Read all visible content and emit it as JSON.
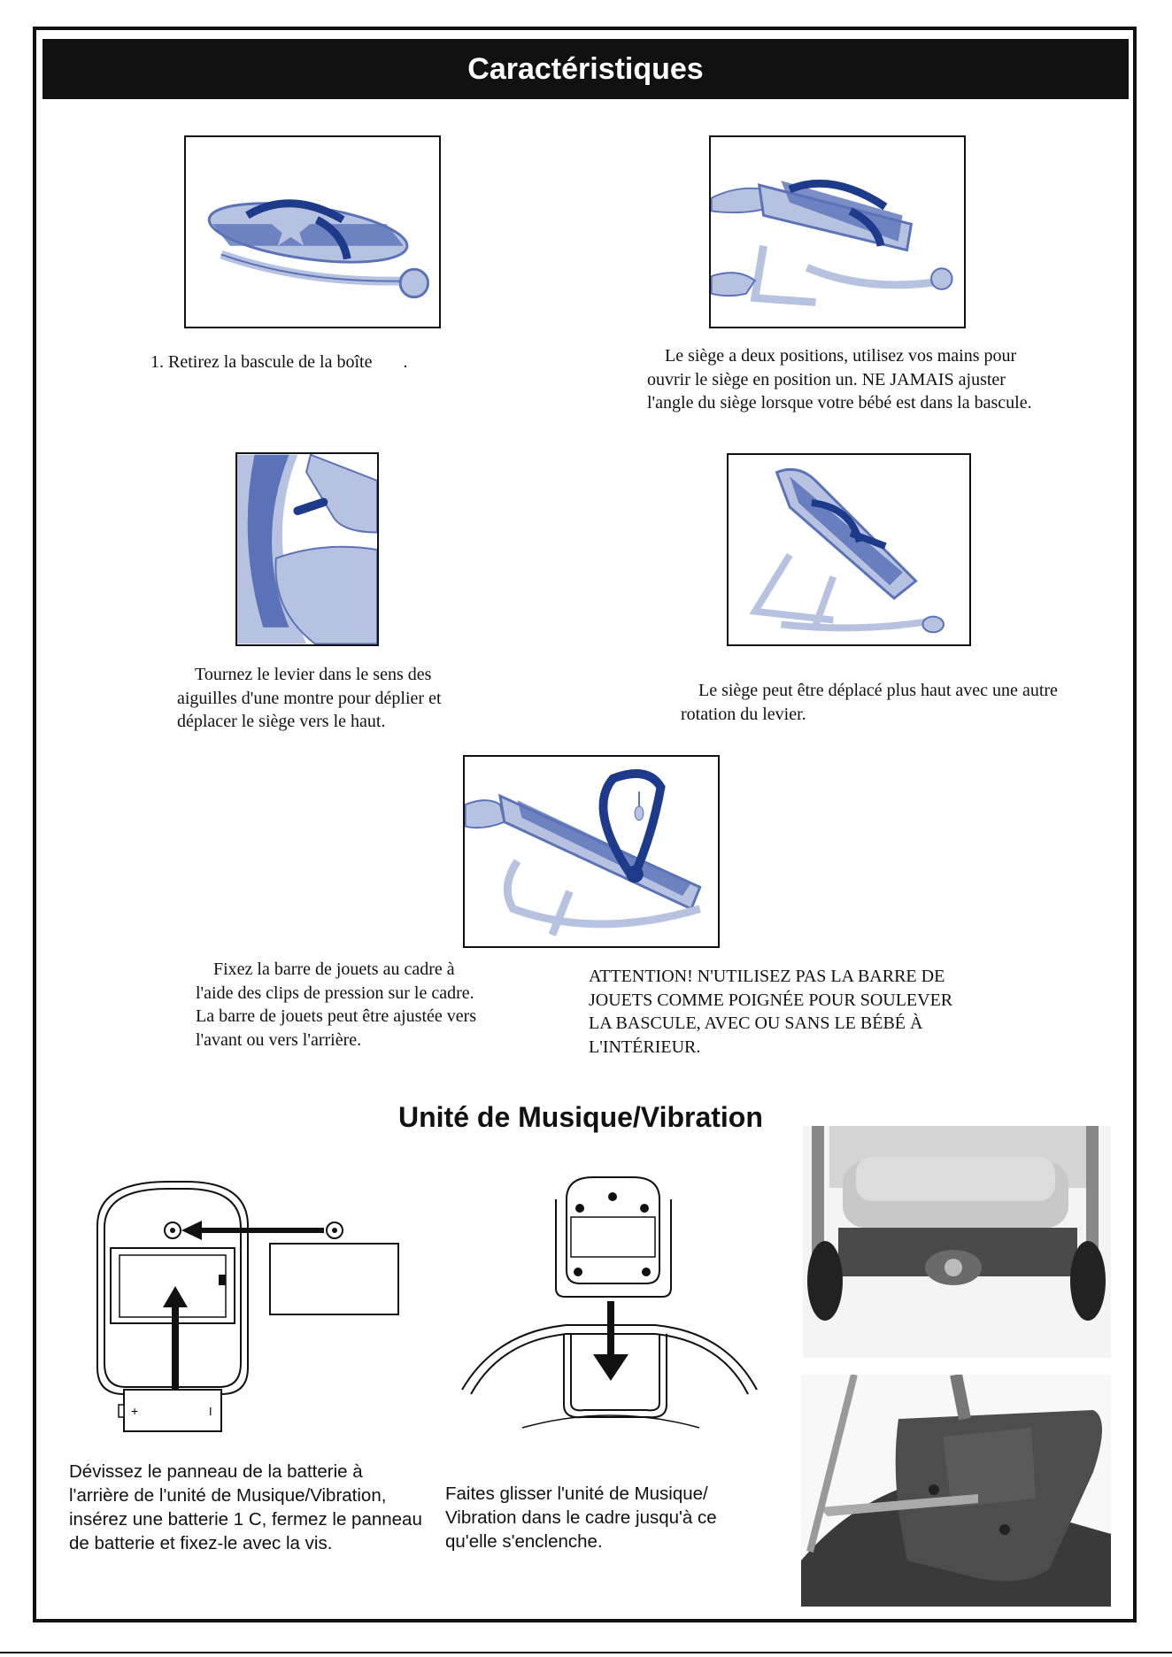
{
  "header": {
    "title": "Caractéristiques"
  },
  "steps": {
    "step1": "1. Retirez la bascule de la boîte       .",
    "step2": "    Le siège a deux positions, utilisez vos mains pour ouvrir le siège en position un. NE JAMAIS ajuster l'angle du siège lorsque votre bébé est dans la bascule.",
    "step3": "    Tournez le levier dans le sens des aiguilles d'une montre pour déplier et déplacer le siège vers le haut.",
    "step4": "    Le siège peut être déplacé plus haut avec une autre rotation du levier.",
    "step5": "    Fixez la barre de jouets au cadre à l'aide des clips de pression sur le cadre. La barre de jouets peut être ajustée vers l'avant ou vers l'arrière.",
    "warning": "ATTENTION! N'UTILISEZ PAS LA BARRE DE JOUETS COMME POIGNÉE POUR SOULEVER LA BASCULE, AVEC OU SANS LE BÉBÉ À L'INTÉRIEUR."
  },
  "music_section": {
    "title": "Unité de Musique/Vibration",
    "caption_battery": "Dévissez le panneau de la batterie à l'arrière de l'unité de Musique/Vibration, insérez une batterie 1 C, fermez le panneau de batterie et fixez-le avec la vis.",
    "caption_slide": "Faites glisser l'unité de Musique/ Vibration dans le cadre jusqu'à ce qu'elle s'enclenche.",
    "battery_plus": "+",
    "battery_minus": "I"
  },
  "colors": {
    "dark_blue": "#1e3a8a",
    "mid_blue": "#5a72b8",
    "light_blue": "#b7c2e0",
    "black": "#111111"
  }
}
